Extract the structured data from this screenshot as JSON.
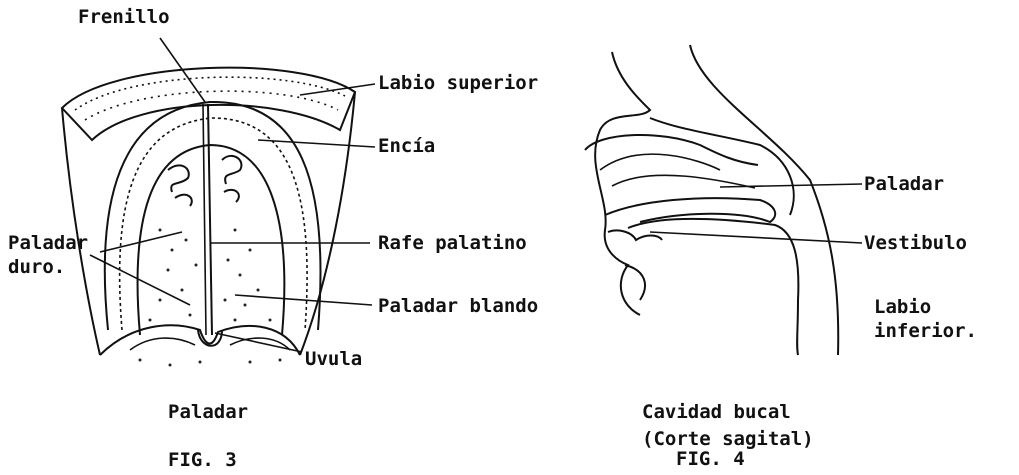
{
  "fig3": {
    "label_frenillo": "Frenillo",
    "label_labio_superior": "Labio superior",
    "label_encia": "Encía",
    "label_paladar_duro_1": "Paladar",
    "label_paladar_duro_2": "duro.",
    "label_rafe": "Rafe palatino",
    "label_paladar_blando": "Paladar blando",
    "label_uvula": "Uvula",
    "caption": "Paladar",
    "fig_number": "FIG. 3"
  },
  "fig4": {
    "label_paladar": "Paladar",
    "label_vestibulo": "Vestibulo",
    "label_labio_inferior_1": "Labio",
    "label_labio_inferior_2": "inferior.",
    "caption_1": "Cavidad bucal",
    "caption_2": "(Corte sagital)",
    "fig_number": "FIG. 4"
  }
}
